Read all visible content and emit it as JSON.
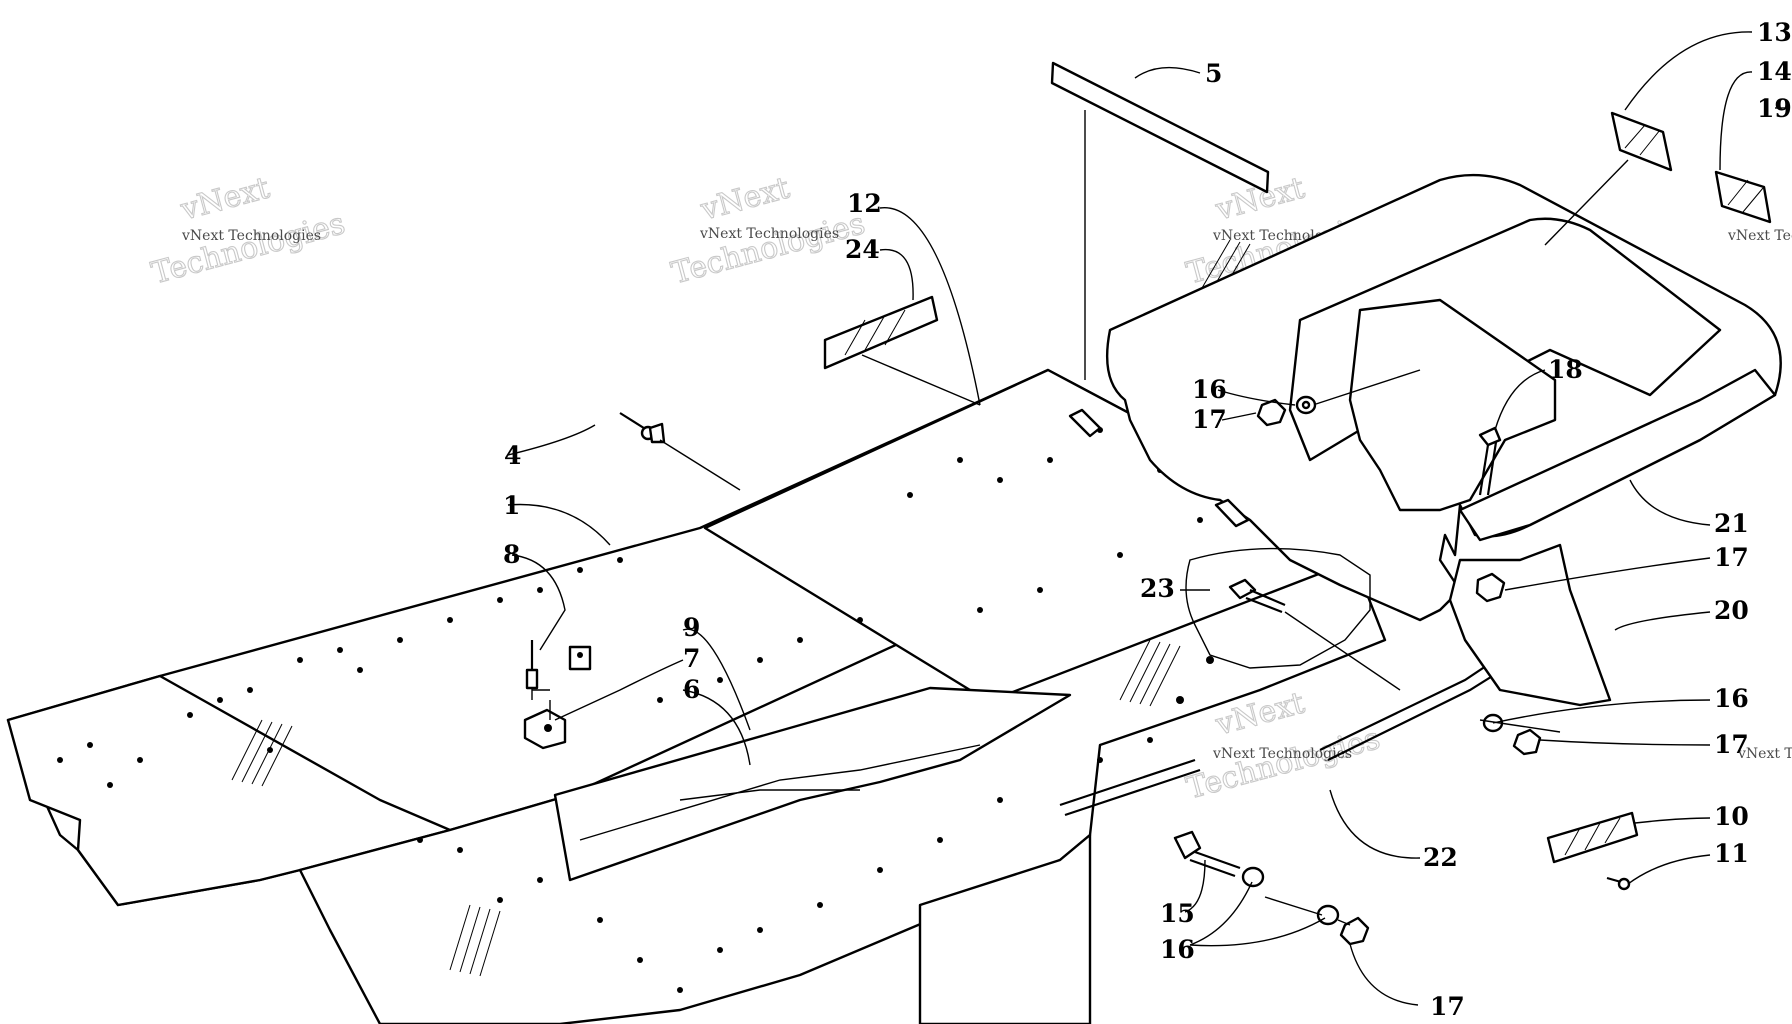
{
  "watermark": {
    "company": "vNext Technologies",
    "word1": "vNext",
    "word2": "Technologies"
  },
  "callouts": [
    "1",
    "4",
    "5",
    "6",
    "7",
    "8",
    "9",
    "10",
    "11",
    "12",
    "13",
    "14",
    "15",
    "16",
    "17",
    "18",
    "19",
    "20",
    "21",
    "22",
    "23",
    "24"
  ]
}
